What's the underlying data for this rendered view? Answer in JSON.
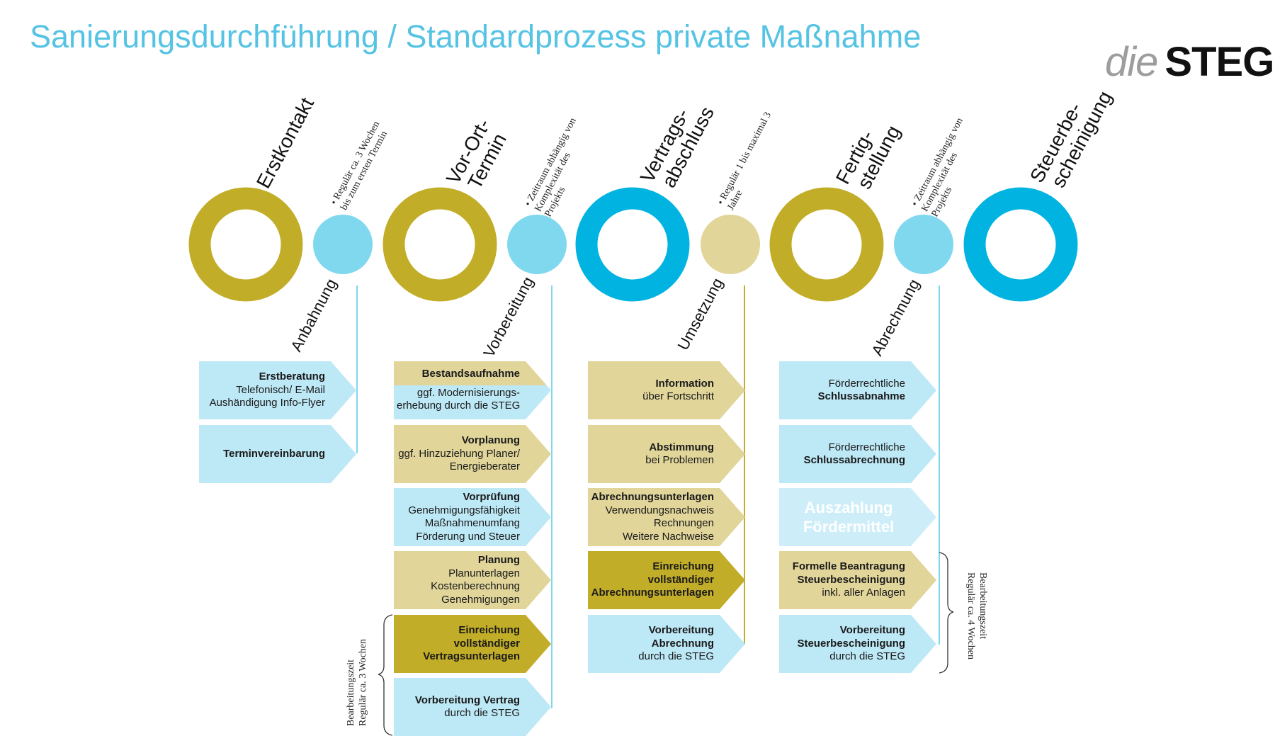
{
  "header": {
    "title": "Sanierungsdurchführung / Standardprozess private Maßnahme",
    "logo_die": "die",
    "logo_steg": "STEG"
  },
  "colors": {
    "olive": "#c2ad28",
    "cyan": "#00b3e0",
    "light_cyan": "#80d8ef",
    "tan": "#e1d59a",
    "box_blue": "#bde8f6",
    "title_blue": "#55c3e3"
  },
  "milestones": [
    {
      "label": [
        "Erstkontakt"
      ]
    },
    {
      "label": [
        "Vor-Ort-",
        "Termin"
      ]
    },
    {
      "label": [
        "Vertrags-",
        "abschluss"
      ]
    },
    {
      "label": [
        "Fertig-",
        "stellung"
      ]
    },
    {
      "label": [
        "Steuerbe-",
        "scheinigung"
      ]
    }
  ],
  "durations": [
    {
      "lines": [
        "• Regulär ca. 3 Wochen",
        "bis zum ersten Termin"
      ]
    },
    {
      "lines": [
        "• Zeitraum abhängig von",
        "Komplexität des",
        "Projekts"
      ]
    },
    {
      "lines": [
        "• Regulär 1 bis maximal 3",
        "Jahre"
      ]
    },
    {
      "lines": [
        "• Zeitraum abhängig von",
        "Komplexität des",
        "Projekts"
      ]
    }
  ],
  "phases": [
    "Anbahnung",
    "Vorbereitung",
    "Umsetzung",
    "Abrechnung"
  ],
  "columns": [
    {
      "boxes": [
        {
          "bold": [
            "Erstberatung"
          ],
          "normal": [
            "Telefonisch/ E-Mail",
            "Aushändigung Info-Flyer"
          ]
        },
        {
          "bold": [
            "Terminvereinbarung"
          ],
          "normal": []
        }
      ]
    },
    {
      "boxes": [
        {
          "bold": [
            "Bestandsaufnahme"
          ],
          "normal": [
            "ggf. Modernisierungs-",
            "erhebung durch die STEG"
          ]
        },
        {
          "bold": [
            "Vorplanung"
          ],
          "normal": [
            "ggf. Hinzuziehung Planer/",
            "Energieberater"
          ]
        },
        {
          "bold": [
            "Vorprüfung"
          ],
          "normal": [
            "Genehmigungsfähigkeit",
            "Maßnahmenumfang",
            "Förderung und Steuer"
          ]
        },
        {
          "bold": [
            "Planung"
          ],
          "normal": [
            "Planunterlagen",
            "Kostenberechnung",
            "Genehmigungen"
          ]
        },
        {
          "bold": [
            "Einreichung",
            "vollständiger",
            "Vertragsunterlagen"
          ],
          "normal": []
        },
        {
          "bold": [
            "Vorbereitung Vertrag"
          ],
          "normal": [
            "durch die STEG"
          ]
        }
      ]
    },
    {
      "boxes": [
        {
          "bold": [
            "Information"
          ],
          "normal": [
            "über Fortschritt"
          ]
        },
        {
          "bold": [
            "Abstimmung"
          ],
          "normal": [
            "bei Problemen"
          ]
        },
        {
          "bold": [
            "Abrechnungsunterlagen"
          ],
          "normal": [
            "Verwendungsnachweis",
            "Rechnungen",
            "Weitere Nachweise"
          ]
        },
        {
          "bold": [
            "Einreichung",
            "vollständiger",
            "Abrechnungsunterlagen"
          ],
          "normal": []
        },
        {
          "bold": [
            "Vorbereitung",
            "Abrechnung"
          ],
          "normal": [
            "durch die STEG"
          ]
        }
      ]
    },
    {
      "boxes": [
        {
          "pre": [
            "Förderrechtliche"
          ],
          "bold": [
            "Schlussabnahme"
          ],
          "normal": []
        },
        {
          "pre": [
            "Förderrechtliche"
          ],
          "bold": [
            "Schlussabrechnung"
          ],
          "normal": []
        },
        {
          "bold": [
            "Auszahlung",
            "Fördermittel"
          ],
          "normal": []
        },
        {
          "bold": [
            "Formelle Beantragung",
            "Steuerbescheinigung"
          ],
          "normal": [
            "inkl. aller Anlagen"
          ]
        },
        {
          "bold": [
            "Vorbereitung",
            "Steuerbescheinigung"
          ],
          "normal": [
            "durch die STEG"
          ]
        }
      ]
    }
  ],
  "brackets": [
    {
      "lines": [
        "Bearbeitungszeit",
        "Regulär ca. 3 Wochen"
      ]
    },
    {
      "lines": [
        "Bearbeitungszeit",
        "Regulär ca. 4 Wochen"
      ]
    }
  ]
}
